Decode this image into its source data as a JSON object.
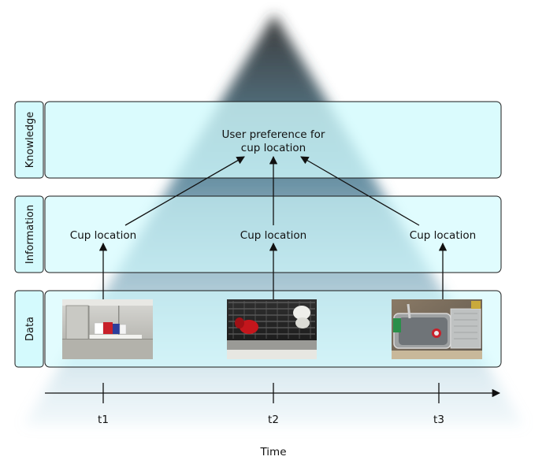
{
  "layers": {
    "knowledge": {
      "label": "Knowledge",
      "text_line1": "User preference for",
      "text_line2": "cup location"
    },
    "information": {
      "label": "Information",
      "text": "Cup location"
    },
    "data": {
      "label": "Data"
    }
  },
  "time_axis": {
    "label": "Time",
    "ticks": [
      "t1",
      "t2",
      "t3"
    ]
  },
  "photos": [
    {
      "name": "cupboard-photo"
    },
    {
      "name": "dishwasher-photo"
    },
    {
      "name": "sink-photo"
    }
  ],
  "colors": {
    "panel_fill": "#cffafd",
    "panel_stroke": "#1a1a1a",
    "pyramid": "#3a6f87"
  }
}
